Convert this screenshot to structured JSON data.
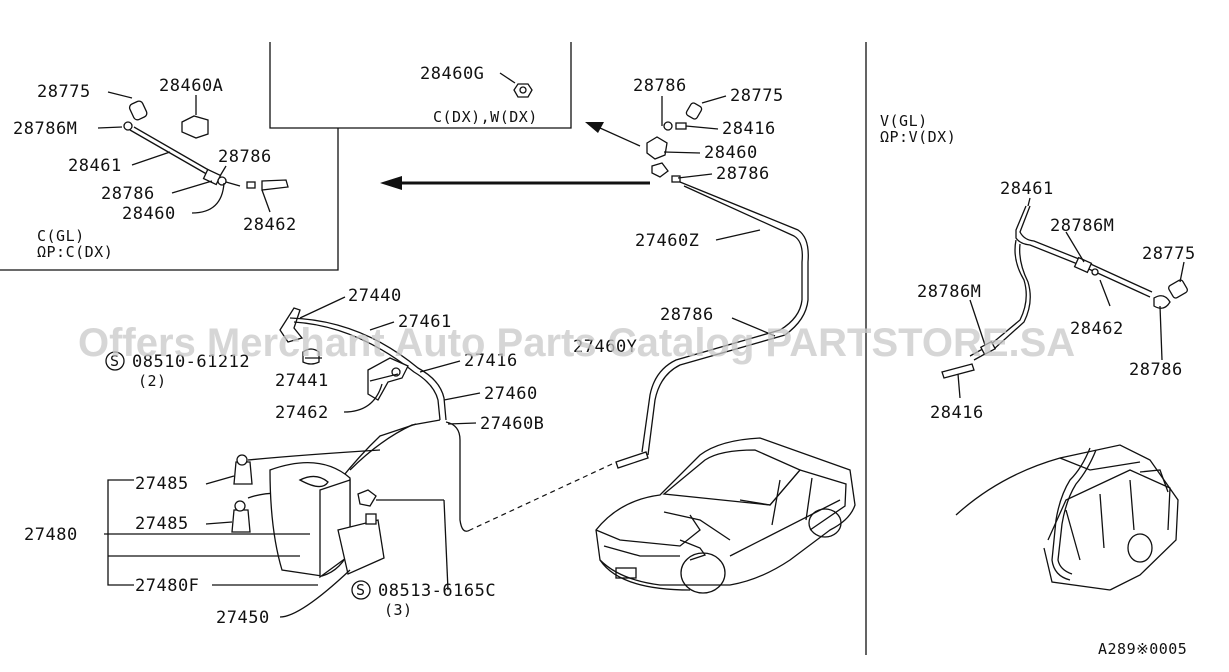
{
  "watermark": "Offers Merchant Auto Parts Catalog PARTSTORE.SA",
  "diagram_code": "A289※0005",
  "inset_left": {
    "variant_line1": "C(GL)",
    "variant_line2": "ΩP:C(DX)",
    "labels": [
      "28775",
      "28460A",
      "28786M",
      "28461",
      "28786",
      "28786",
      "28460",
      "28462"
    ]
  },
  "inset_top": {
    "label": "28460G",
    "variant": "C(DX),W(DX)"
  },
  "inset_right": {
    "variant_line1": "V(GL)",
    "variant_line2": "ΩP:V(DX)",
    "labels": [
      "28461",
      "28786M",
      "28775",
      "28786M",
      "28462",
      "28786",
      "28416"
    ]
  },
  "main": {
    "nozzle_labels": [
      "28786",
      "28775",
      "28416",
      "28460",
      "28786",
      "27460Z",
      "28786",
      "27460Y"
    ],
    "lower_labels": [
      "27440",
      "27461",
      "27416",
      "27441",
      "27460",
      "27462",
      "27460B",
      "27485",
      "27485",
      "27480",
      "27480F",
      "27450"
    ],
    "screw_1": {
      "symbol": "S",
      "part": "08510-61212",
      "qty": "(2)"
    },
    "screw_2": {
      "symbol": "S",
      "part": "08513-6165C",
      "qty": "(3)"
    }
  }
}
